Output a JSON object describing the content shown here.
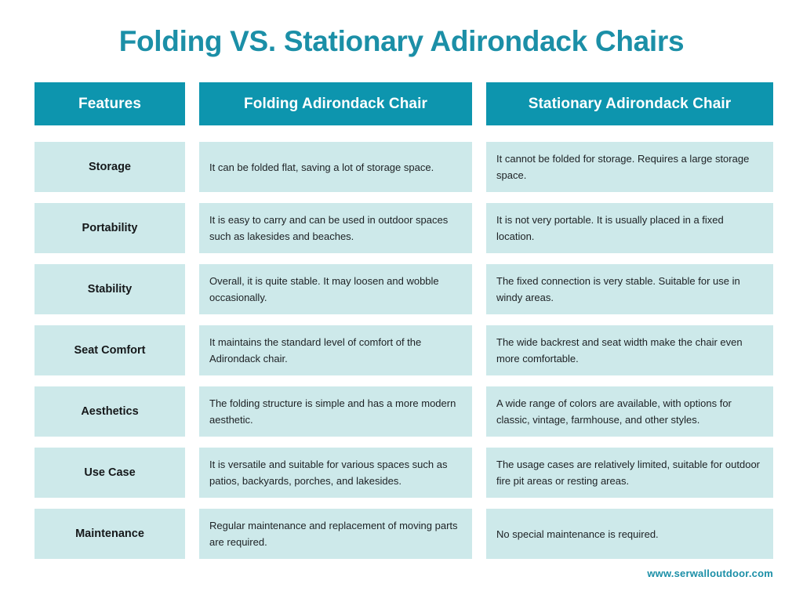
{
  "title": "Folding VS. Stationary Adirondack Chairs",
  "footer": {
    "url": "www.serwalloutdoor.com"
  },
  "colors": {
    "header_bg": "#0d95ae",
    "cell_bg": "#cde9ea",
    "title_text": "#1b8fa7",
    "header_text": "#ffffff",
    "body_text": "#1d2124",
    "page_bg": "#ffffff"
  },
  "table": {
    "headers": [
      "Features",
      "Folding Adirondack Chair",
      "Stationary Adirondack Chair"
    ],
    "rows": [
      {
        "feature": "Storage",
        "folding": "It can be folded flat, saving a lot of storage space.",
        "stationary": "It cannot be folded for storage. Requires a large storage space."
      },
      {
        "feature": "Portability",
        "folding": "It is easy to carry and can be used in outdoor spaces such as lakesides and beaches.",
        "stationary": "It is not very portable. It is usually placed in a fixed location."
      },
      {
        "feature": "Stability",
        "folding": "Overall, it is quite stable. It may loosen and wobble occasionally.",
        "stationary": "The fixed connection is very stable. Suitable for use in windy areas."
      },
      {
        "feature": "Seat Comfort",
        "folding": "It maintains the standard level of comfort of the Adirondack chair.",
        "stationary": "The wide backrest and seat width make the chair even more comfortable."
      },
      {
        "feature": "Aesthetics",
        "folding": "The folding structure is simple and has a more modern aesthetic.",
        "stationary": "A wide range of colors are available, with options for classic, vintage, farmhouse, and other styles."
      },
      {
        "feature": "Use Case",
        "folding": "It is versatile and suitable for various spaces such as patios, backyards, porches, and lakesides.",
        "stationary": "The usage cases are relatively limited, suitable for outdoor fire pit areas or resting areas."
      },
      {
        "feature": "Maintenance",
        "folding": "Regular maintenance and replacement of moving parts are required.",
        "stationary": "No special maintenance is required."
      }
    ]
  }
}
